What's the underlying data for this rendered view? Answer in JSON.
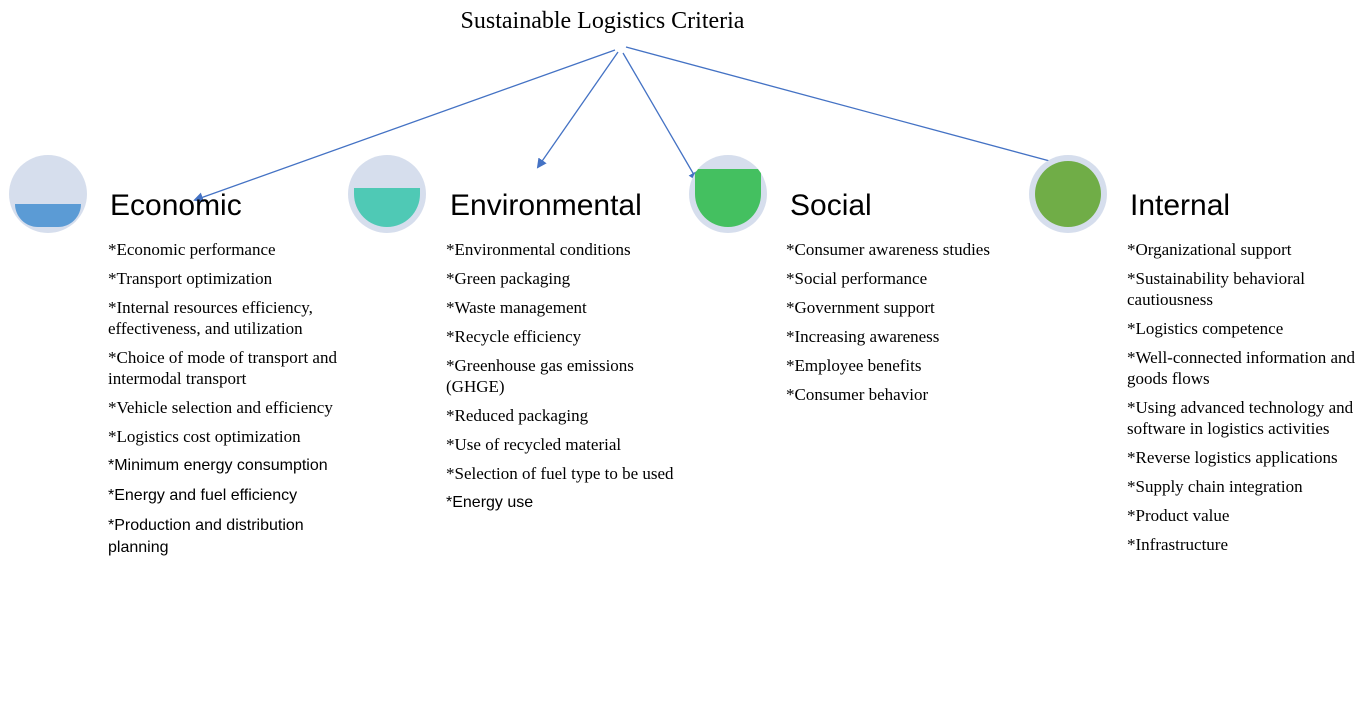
{
  "root": {
    "title": "Sustainable Logistics Criteria"
  },
  "colors": {
    "arrow": "#4472C4",
    "ring": "#D6DEED"
  },
  "categories": [
    {
      "heading": "Economic",
      "icon": "circle-fill-level-icon",
      "fill_color": "#5B9BD5",
      "fill_level": 0.3,
      "items": [
        "*Economic performance",
        "*Transport optimization",
        "*Internal resources efficiency, effectiveness, and utilization",
        "*Choice of mode of transport and intermodal transport",
        "*Vehicle selection and efficiency",
        "*Logistics cost optimization",
        "*Minimum energy consumption",
        "*Energy and fuel efficiency",
        "*Production and distribution planning"
      ]
    },
    {
      "heading": "Environmental",
      "icon": "circle-fill-level-icon",
      "fill_color": "#4FC9B5",
      "fill_level": 0.5,
      "items": [
        "*Environmental conditions",
        "*Green packaging",
        "*Waste management",
        "*Recycle efficiency",
        "*Greenhouse gas emissions (GHGE)",
        "*Reduced packaging",
        "*Use of recycled material",
        "*Selection of fuel type to be used",
        "*Energy use"
      ]
    },
    {
      "heading": "Social",
      "icon": "circle-fill-level-icon",
      "fill_color": "#44C060",
      "fill_level": 0.75,
      "items": [
        "*Consumer awareness studies",
        "*Social performance",
        "*Government support",
        "*Increasing awareness",
        "*Employee benefits",
        "*Consumer behavior"
      ]
    },
    {
      "heading": "Internal",
      "icon": "circle-fill-level-icon",
      "fill_color": "#70AD47",
      "fill_level": 1.0,
      "items": [
        "*Organizational support",
        "*Sustainability behavioral cautiousness",
        "*Logistics competence",
        "*Well-connected information and goods flows",
        "*Using advanced technology and software in logistics activities",
        "*Reverse logistics applications",
        "*Supply chain integration",
        "*Product value",
        "*Infrastructure"
      ]
    }
  ]
}
